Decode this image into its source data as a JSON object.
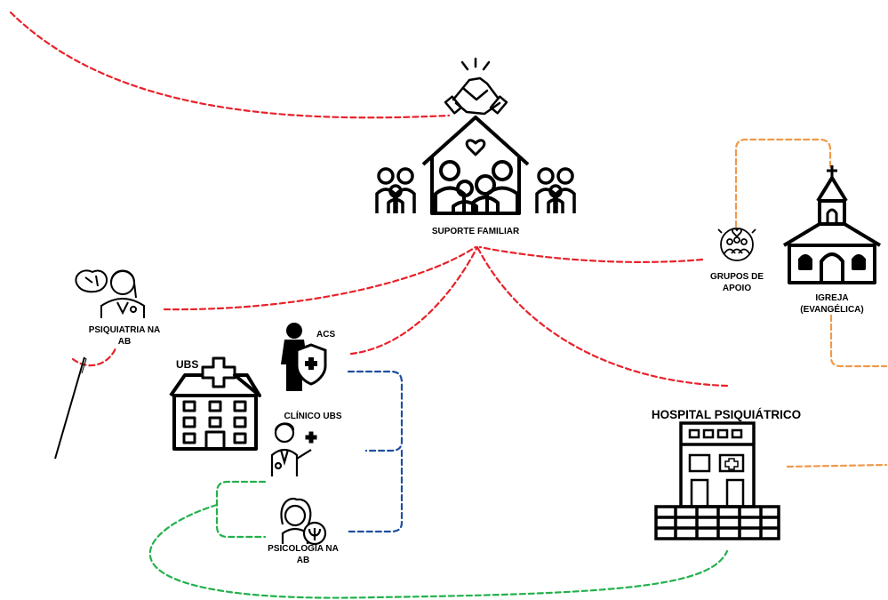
{
  "nodes": {
    "suporte_familiar": "SUPORTE FAMILIAR",
    "psiquiatria_ab_line1": "PSIQUIATRIA NA",
    "psiquiatria_ab_line2": "AB",
    "ubs": "UBS",
    "acs": "ACS",
    "clinico_ubs": "CLÍNICO UBS",
    "psicologia_ab_line1": "PSICOLOGIA NA",
    "psicologia_ab_line2": "AB",
    "grupos_apoio_line1": "GRUPOS DE",
    "grupos_apoio_line2": "APOIO",
    "igreja_line1": "IGREJA",
    "igreja_line2": "(EVANGÉLICA)",
    "hospital": "HOSPITAL PSIQUIÁTRICO"
  },
  "colors": {
    "red_link": "#e8222a",
    "orange_link": "#f0994a",
    "blue_link": "#1f4fa0",
    "green_link": "#22b14c",
    "icon": "#000000"
  },
  "icons": [
    "handshake-icon",
    "family-home-icon",
    "family-left-icon",
    "family-right-icon",
    "psychiatrist-icon",
    "ubs-building-icon",
    "acs-agent-icon",
    "clinician-icon",
    "psychologist-icon",
    "support-group-icon",
    "church-icon",
    "hospital-icon",
    "needle-icon"
  ]
}
